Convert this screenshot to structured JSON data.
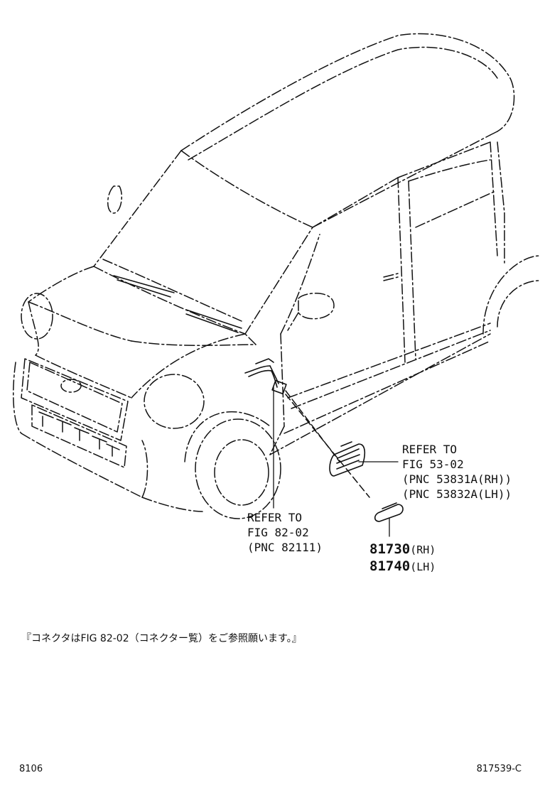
{
  "callouts": {
    "fig53": {
      "line1": "REFER TO",
      "line2": "FIG 53-02",
      "line3": "(PNC 53831A(RH))",
      "line4": "(PNC 53832A(LH))"
    },
    "fig82": {
      "line1": "REFER TO",
      "line2": "FIG 82-02",
      "line3": "(PNC 82111)"
    }
  },
  "parts": [
    {
      "number": "81730",
      "side": "(RH)"
    },
    {
      "number": "81740",
      "side": "(LH)"
    }
  ],
  "note": "『コネクタはFIG 82-02（コネクター覧）をご参照願います。』",
  "footer": {
    "left": "8106",
    "right": "817539-C"
  }
}
